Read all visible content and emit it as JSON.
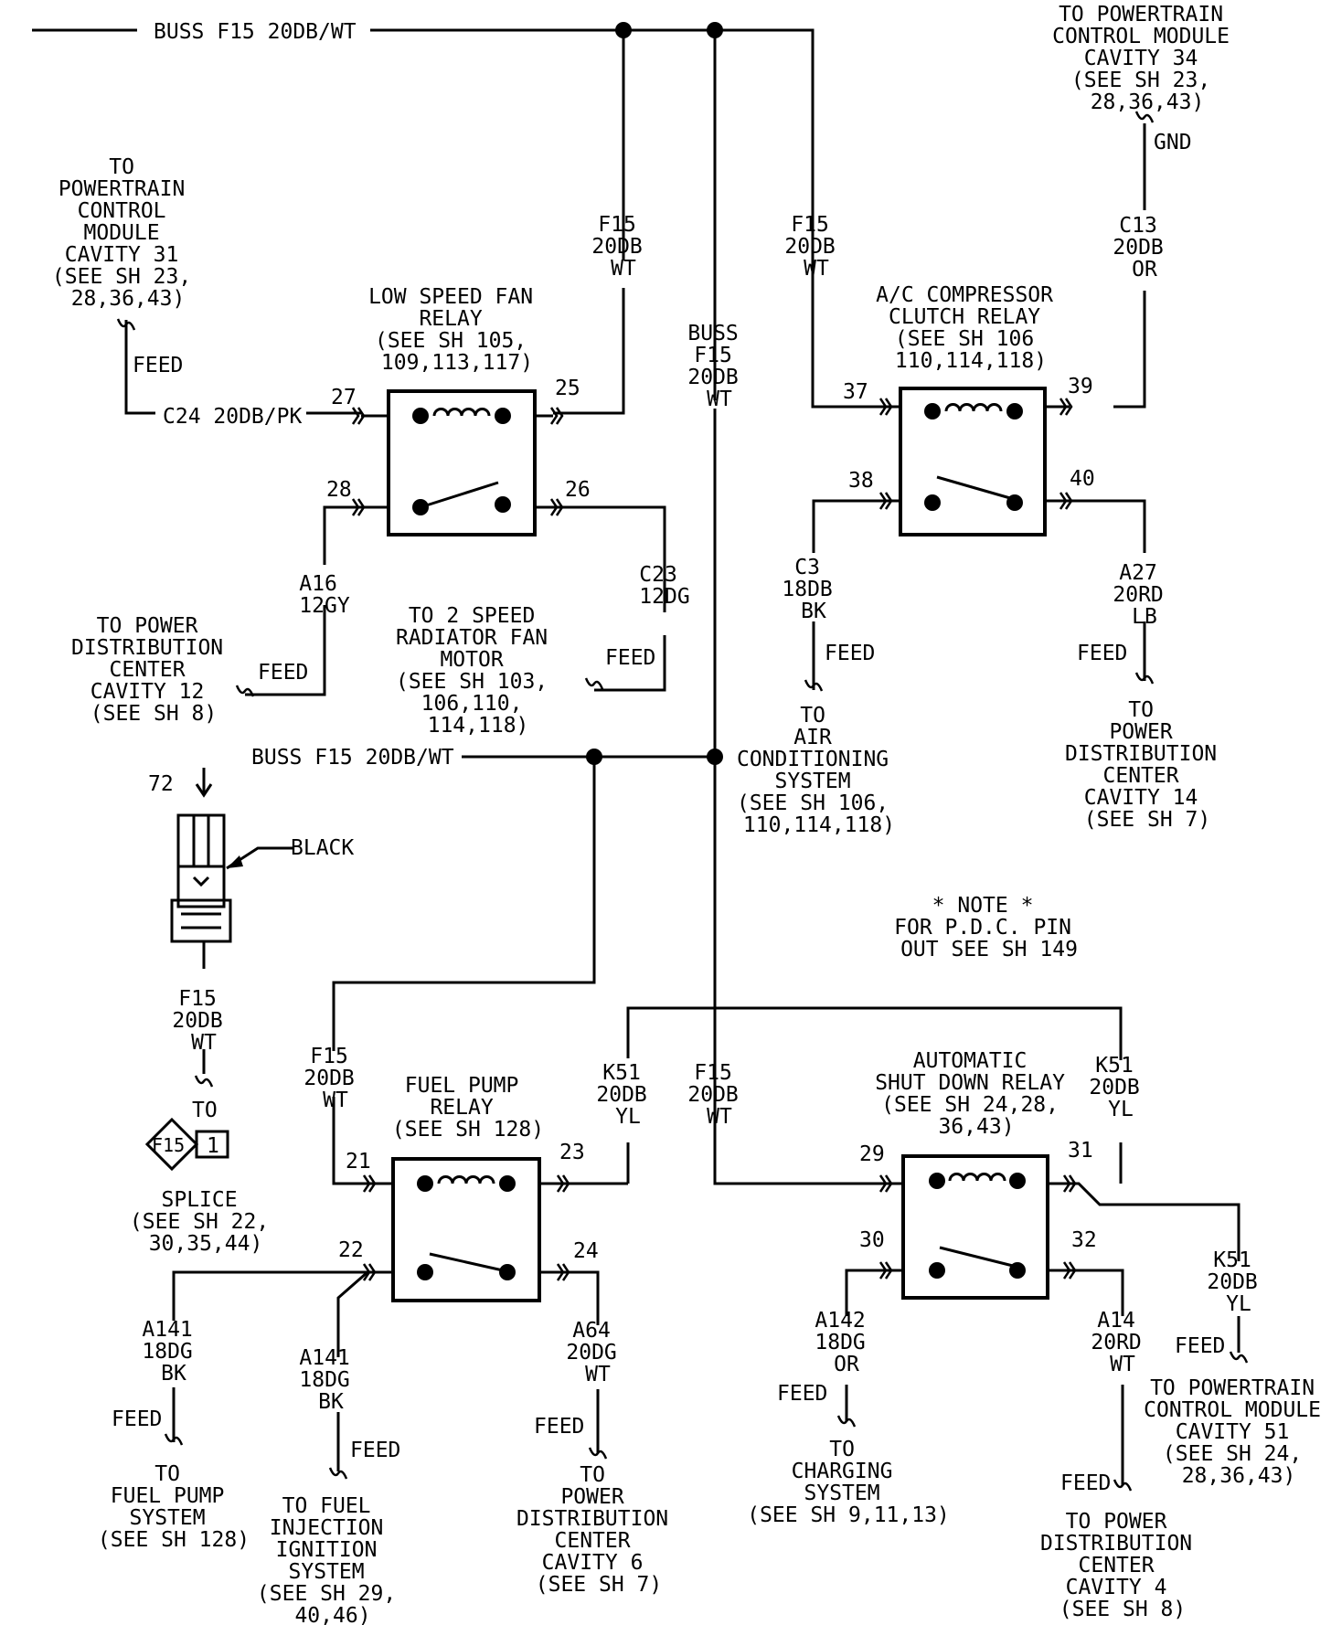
{
  "top_buss": "BUSS F15 20DB/WT",
  "mid_buss": "BUSS F15 20DB/WT",
  "pcm34": [
    "TO POWERTRAIN",
    "CONTROL MODULE",
    "CAVITY 34",
    "(SEE SH 23,",
    "28,36,43)"
  ],
  "gnd": "GND",
  "c13": [
    "C13",
    "20DB",
    "OR"
  ],
  "pcm31": [
    "TO",
    "POWERTRAIN",
    "CONTROL",
    "MODULE",
    "CAVITY 31",
    "(SEE SH 23,",
    "28,36,43)"
  ],
  "feed": "FEED",
  "c24": "C24 20DB/PK",
  "f15": [
    "F15",
    "20DB",
    "WT"
  ],
  "buss_v": [
    "BUSS",
    "F15",
    "20DB",
    "WT"
  ],
  "lsf": {
    "title": [
      "LOW SPEED FAN",
      "RELAY",
      "(SEE SH 105,",
      "109,113,117)"
    ],
    "pins": [
      "27",
      "25",
      "28",
      "26"
    ]
  },
  "ac": {
    "title": [
      "A/C COMPRESSOR",
      "CLUTCH RELAY",
      "(SEE SH 106",
      "110,114,118)"
    ],
    "pins": [
      "37",
      "39",
      "38",
      "40"
    ]
  },
  "a16": [
    "A16",
    "12GY"
  ],
  "c23": [
    "C23",
    "12DG"
  ],
  "c3": [
    "C3",
    "18DB",
    "BK"
  ],
  "a27": [
    "A27",
    "20RD",
    "LB"
  ],
  "pdc12": [
    "TO POWER",
    "DISTRIBUTION",
    "CENTER",
    "CAVITY 12",
    "(SEE SH 8)"
  ],
  "fanmotor": [
    "TO 2 SPEED",
    "RADIATOR FAN",
    "MOTOR",
    "(SEE SH 103,",
    "106,110,",
    "114,118)"
  ],
  "acsys": [
    "TO",
    "AIR",
    "CONDITIONING",
    "SYSTEM",
    "(SEE SH 106,",
    "110,114,118)"
  ],
  "pdc14": [
    "TO",
    "POWER",
    "DISTRIBUTION",
    "CENTER",
    "CAVITY 14",
    "(SEE SH 7)"
  ],
  "conn": {
    "pin": "72",
    "label": "BLACK"
  },
  "note": [
    "* NOTE *",
    "FOR P.D.C. PIN",
    "OUT SEE SH 149"
  ],
  "to": "TO",
  "splice": {
    "id": "F15",
    "num": "1",
    "text": [
      "SPLICE",
      "(SEE SH 22,",
      "30,35,44)"
    ]
  },
  "fpr": {
    "title": [
      "FUEL PUMP",
      "RELAY",
      "(SEE SH 128)"
    ],
    "pins": [
      "21",
      "23",
      "22",
      "24"
    ]
  },
  "asd": {
    "title": [
      "AUTOMATIC",
      "SHUT DOWN RELAY",
      "(SEE SH 24,28,",
      "36,43)"
    ],
    "pins": [
      "29",
      "31",
      "30",
      "32"
    ]
  },
  "k51": [
    "K51",
    "20DB",
    "YL"
  ],
  "a141": [
    "A141",
    "18DG",
    "BK"
  ],
  "a64": [
    "A64",
    "20DG",
    "WT"
  ],
  "a142": [
    "A142",
    "18DG",
    "OR"
  ],
  "a14": [
    "A14",
    "20RD",
    "WT"
  ],
  "fuelpump": [
    "TO",
    "FUEL PUMP",
    "SYSTEM",
    "(SEE SH 128)"
  ],
  "fuelinj": [
    "TO FUEL",
    "INJECTION",
    "IGNITION",
    "SYSTEM",
    "(SEE SH 29,",
    "40,46)"
  ],
  "pdc6": [
    "TO",
    "POWER",
    "DISTRIBUTION",
    "CENTER",
    "CAVITY 6",
    "(SEE SH 7)"
  ],
  "charging": [
    "TO",
    "CHARGING",
    "SYSTEM",
    "(SEE SH 9,11,13)"
  ],
  "pdc4": [
    "TO POWER",
    "DISTRIBUTION",
    "CENTER",
    "CAVITY 4",
    "(SEE SH 8)"
  ],
  "pcm51": [
    "TO POWERTRAIN",
    "CONTROL MODULE",
    "CAVITY 51",
    "(SEE SH 24,",
    "28,36,43)"
  ]
}
